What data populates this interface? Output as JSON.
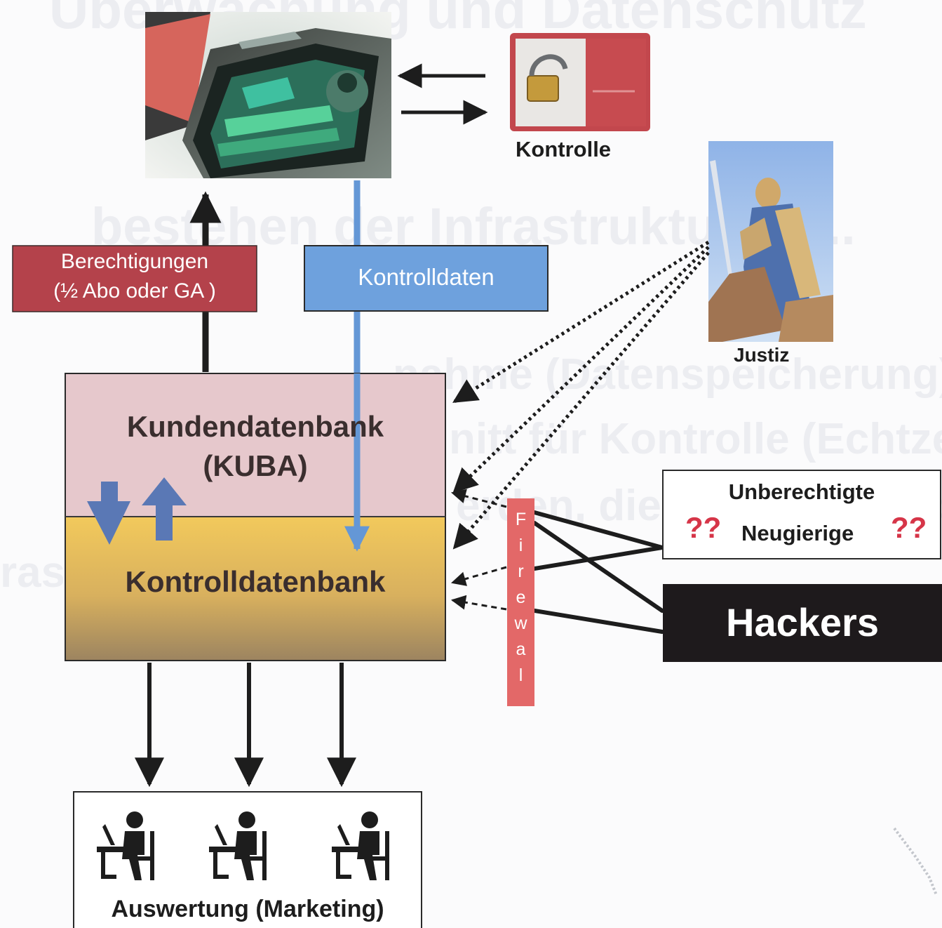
{
  "colors": {
    "background": "#fbfbfc",
    "berechtigungen_box": "#b4424b",
    "kontrolldaten_box": "#6ea1dd",
    "kundendatenbank_fill": "#e6c8cc",
    "kontrolldatenbank_fill_top": "#f2c95c",
    "kontrolldatenbank_fill_bottom": "#9c8460",
    "firewall": "#e36868",
    "hackers_box": "#1e1a1c",
    "question_marks": "#d63548",
    "blue_arrow": "#6497d6",
    "db_arrows": "#5a78b5"
  },
  "phone_image": {
    "icon": "smartphone-ticket-icon"
  },
  "kontrolle": {
    "label": "Kontrolle",
    "icon": "open-padlock-icon"
  },
  "justiz": {
    "label": "Justiz",
    "icon": "justitia-statue-icon"
  },
  "berechtigungen": {
    "line1": "Berechtigungen",
    "line2": "(½ Abo oder GA )"
  },
  "kontrolldaten": {
    "label": "Kontrolldaten"
  },
  "kundendatenbank": {
    "line1": "Kundendatenbank",
    "line2": "(KUBA)"
  },
  "kontrolldatenbank": {
    "label": "Kontrolldatenbank"
  },
  "firewall": {
    "letters": [
      "F",
      "i",
      "r",
      "e",
      "w",
      "a",
      "l"
    ]
  },
  "unberechtigte": {
    "line1": "Unberechtigte",
    "qmark_left": "??",
    "line2": "Neugierige",
    "qmark_right": "??"
  },
  "hackers": {
    "label": "Hackers"
  },
  "auswertung": {
    "label": "Auswertung (Marketing)",
    "icon": "person-at-desk-icon"
  },
  "background_text": [
    "Überwachung und Datenschutz",
    "bestehen der Infrastrukturen ...",
    "nahme (Datenspeicherung)",
    "nitt für Kontrolle (Echtzeit)",
    "erden, die ein Recht haben",
    "ras ..."
  ]
}
